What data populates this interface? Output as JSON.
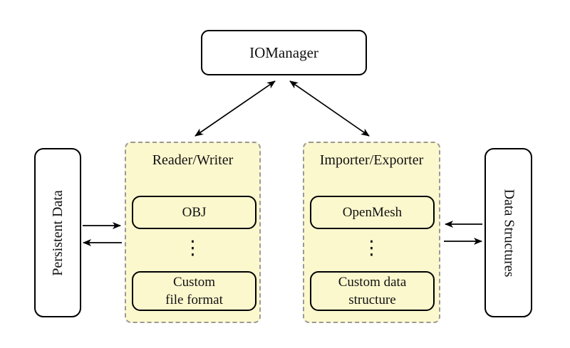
{
  "diagram": {
    "nodes": {
      "iomanager": "IOManager",
      "persistent_data": "Persistent Data",
      "data_structures": "Data Structures"
    },
    "groups": {
      "reader_writer": {
        "title": "Reader/Writer",
        "item1": "OBJ",
        "item2_line1": "Custom",
        "item2_line2": "file format"
      },
      "importer_exporter": {
        "title": "Importer/Exporter",
        "item1": "OpenMesh",
        "item2_line1": "Custom data",
        "item2_line2": "structure"
      }
    },
    "ellipsis": "⋮",
    "colors": {
      "group_fill": "#FCF8CE",
      "dashed_border": "#999999",
      "node_border": "#000000",
      "background": "#FFFFFF"
    }
  }
}
